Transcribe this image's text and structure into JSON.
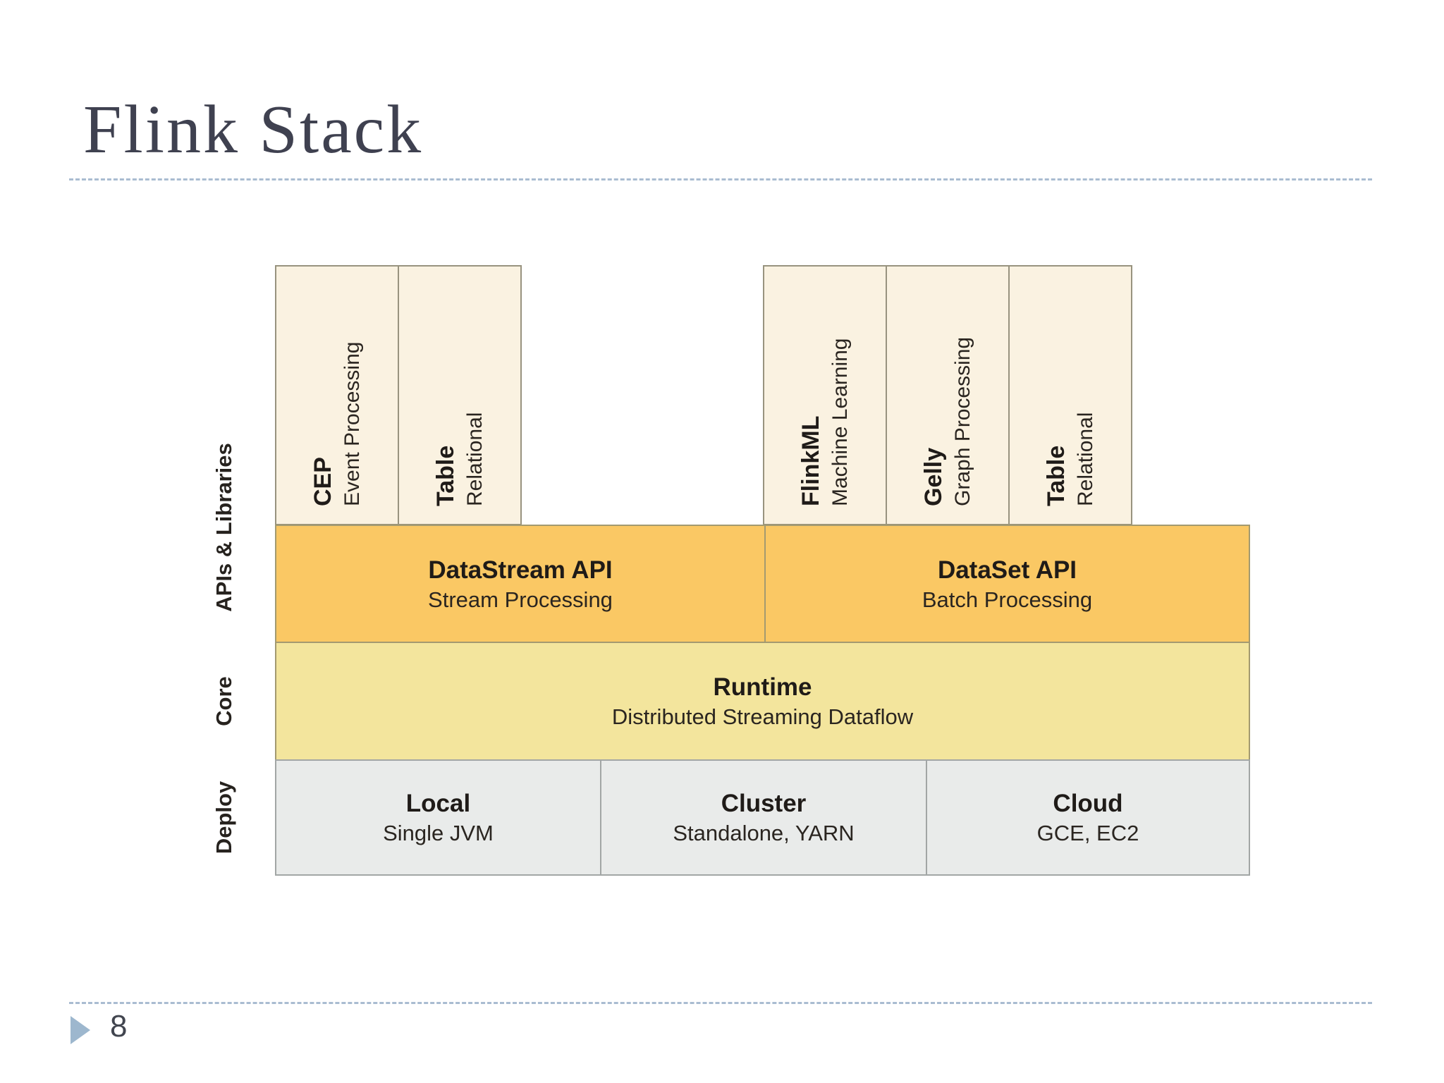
{
  "slide": {
    "title": "Flink Stack",
    "page_number": "8"
  },
  "colors": {
    "title_text": "#3f4150",
    "dashed_divider": "#a9bcd1",
    "footer_arrow": "#9db7ce",
    "library_box_fill": "#faf2e1",
    "api_row_fill": "#fac864",
    "core_row_fill": "#f3e59d",
    "deploy_row_fill": "#e9ebea",
    "diagram_text": "#1f1b18"
  },
  "diagram": {
    "side_labels": [
      {
        "label": "APIs & Libraries"
      },
      {
        "label": "Core"
      },
      {
        "label": "Deploy"
      }
    ],
    "library_boxes": {
      "left": [
        {
          "name": "CEP",
          "desc": "Event Processing"
        },
        {
          "name": "Table",
          "desc": "Relational"
        }
      ],
      "right": [
        {
          "name": "FlinkML",
          "desc": "Machine Learning"
        },
        {
          "name": "Gelly",
          "desc": "Graph Processing"
        },
        {
          "name": "Table",
          "desc": "Relational"
        }
      ]
    },
    "api_row": {
      "left": {
        "name": "DataStream API",
        "desc": "Stream Processing"
      },
      "right": {
        "name": "DataSet API",
        "desc": "Batch Processing"
      }
    },
    "core_row": {
      "name": "Runtime",
      "desc": "Distributed Streaming Dataflow"
    },
    "deploy_row": [
      {
        "name": "Local",
        "desc": "Single JVM"
      },
      {
        "name": "Cluster",
        "desc": "Standalone, YARN"
      },
      {
        "name": "Cloud",
        "desc": "GCE, EC2"
      }
    ]
  }
}
